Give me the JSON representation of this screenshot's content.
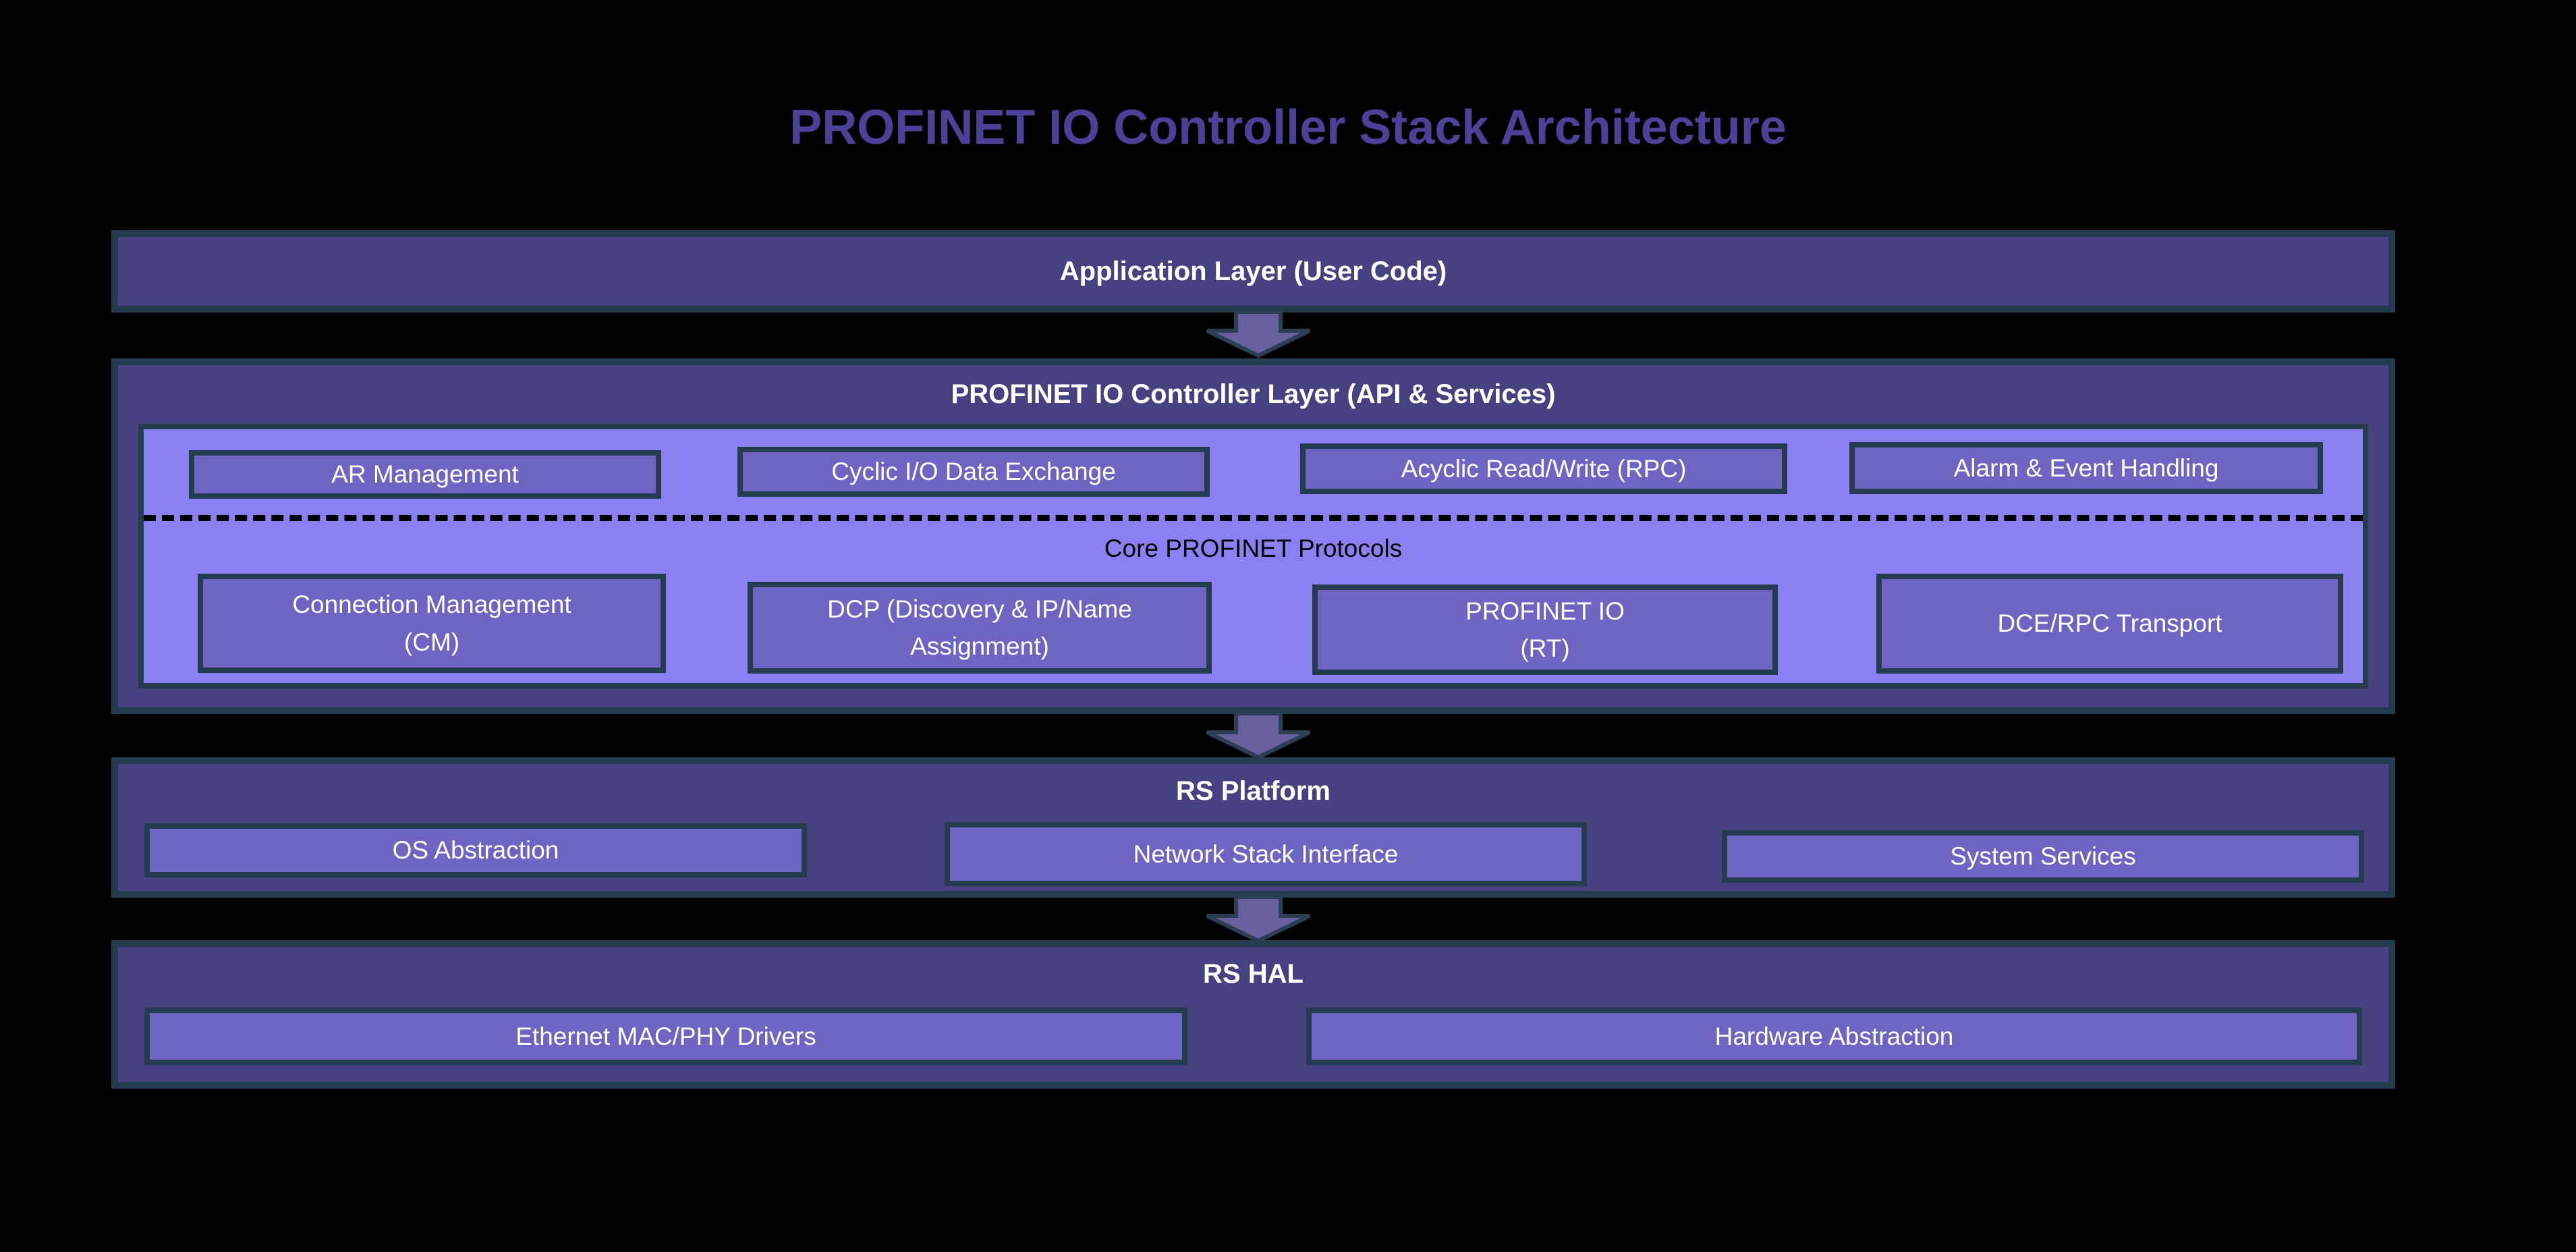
{
  "title": "PROFINET IO Controller Stack Architecture",
  "colors": {
    "background": "#000000",
    "title_text": "#4b4297",
    "layer_fill": "#474181",
    "layer_border": "#253c50",
    "inner_panel_fill": "#8a80f2",
    "sub_box_fill": "#6e64c2",
    "arrow_fill": "#6a5f9e",
    "text_light": "#ffffff",
    "text_dark": "#000000"
  },
  "layers": {
    "application": {
      "label": "Application Layer (User Code)"
    },
    "controller": {
      "label": "PROFINET IO Controller Layer (API & Services)",
      "services": [
        "AR Management",
        "Cyclic I/O Data Exchange",
        "Acyclic Read/Write (RPC)",
        "Alarm & Event Handling"
      ],
      "protocols_heading": "Core PROFINET Protocols",
      "protocols": [
        "Connection Management\n(CM)",
        "DCP (Discovery & IP/Name\nAssignment)",
        "PROFINET IO\n(RT)",
        "DCE/RPC Transport"
      ]
    },
    "platform": {
      "label": "RS Platform",
      "items": [
        "OS Abstraction",
        "Network Stack Interface",
        "System Services"
      ]
    },
    "hal": {
      "label": "RS HAL",
      "items": [
        "Ethernet MAC/PHY Drivers",
        "Hardware Abstraction"
      ]
    }
  }
}
